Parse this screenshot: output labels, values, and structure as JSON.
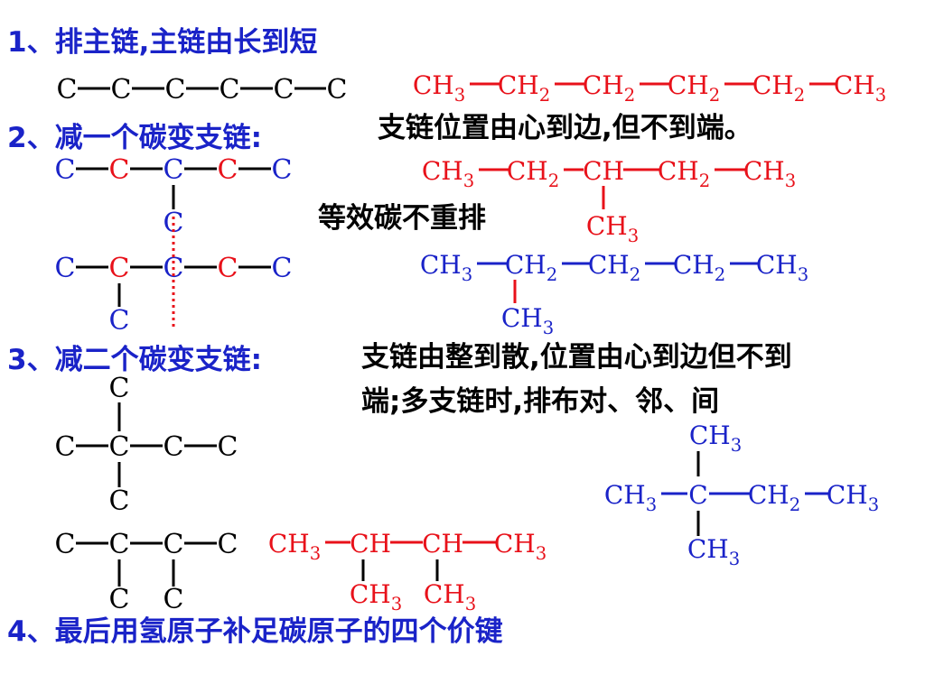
{
  "colors": {
    "blue": "#1a23c8",
    "red": "#e8111a",
    "black": "#000000",
    "dotted": "#e8111a"
  },
  "steps": {
    "s1": "1、排主链,主链由长到短",
    "s2": "2、减一个碳变支链:",
    "s3": "3、减二个碳变支链:",
    "s4": "4、最后用氢原子补足碳原子的四个价键"
  },
  "notes": {
    "n1": "支链位置由心到边,但不到端。",
    "n2": "等效碳不重排",
    "n3a": "支链由整到散,位置由心到边但不到",
    "n3b": "端;多支链时,排布对、邻、间"
  },
  "atoms": {
    "C": "C",
    "CH3": "CH",
    "CH2": "CH",
    "CH": "CH",
    "sub3": "3",
    "sub2": "2"
  }
}
